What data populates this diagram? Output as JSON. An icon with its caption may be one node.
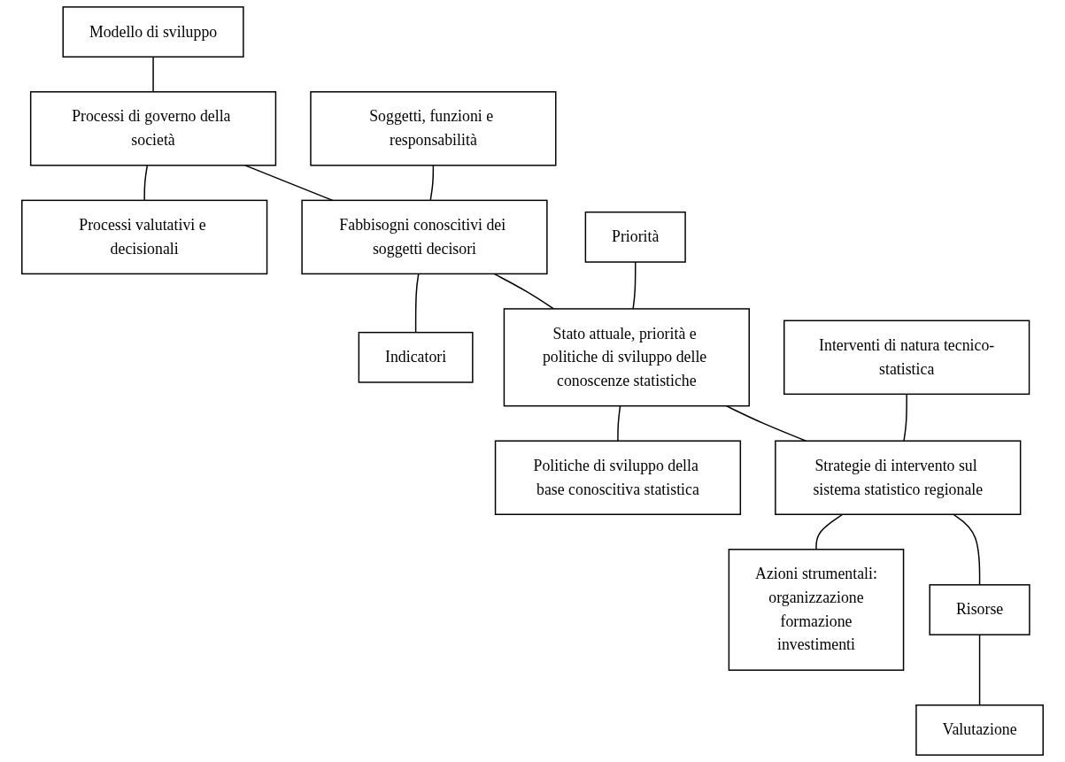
{
  "diagram": {
    "nodes": [
      {
        "text": [
          "Modello di sviluppo"
        ]
      },
      {
        "text": [
          "Processi di governo della società"
        ]
      },
      {
        "text": [
          "Processi valutativi e decisionali"
        ]
      },
      {
        "text": [
          "Soggetti, funzioni e responsabilità"
        ]
      },
      {
        "text": [
          "Fabbisogni conoscitivi dei soggetti decisori"
        ]
      },
      {
        "text": [
          "Indicatori"
        ]
      },
      {
        "text": [
          "Priorità"
        ]
      },
      {
        "text": [
          "Stato attuale, priorità e politiche di sviluppo delle conoscenze statistiche"
        ]
      },
      {
        "text": [
          "Politiche di sviluppo della base conoscitiva statistica"
        ]
      },
      {
        "text": [
          "Interventi di natura tecnico-statistica"
        ]
      },
      {
        "text": [
          "Strategie di intervento sul sistema statistico regionale"
        ]
      },
      {
        "text": [
          "Azioni strumentali:",
          "organizzazione",
          "formazione",
          "investimenti"
        ]
      },
      {
        "text": [
          "Risorse"
        ]
      },
      {
        "text": [
          "Valutazione"
        ]
      }
    ],
    "edges": [
      {
        "from": 0,
        "to": 1,
        "arrow": "none"
      },
      {
        "from": 1,
        "to": 2,
        "arrow": "none"
      },
      {
        "from": 1,
        "to": 4,
        "arrow": "none"
      },
      {
        "from": 3,
        "to": 4,
        "arrow": "none"
      },
      {
        "from": 4,
        "to": 5,
        "arrow": "none"
      },
      {
        "from": 4,
        "to": 7,
        "arrow": "none"
      },
      {
        "from": 6,
        "to": 7,
        "arrow": "none"
      },
      {
        "from": 7,
        "to": 8,
        "arrow": "none"
      },
      {
        "from": 7,
        "to": 10,
        "arrow": "none"
      },
      {
        "from": 9,
        "to": 10,
        "arrow": "none"
      },
      {
        "from": 10,
        "to": 11,
        "arrow": "none"
      },
      {
        "from": 10,
        "to": 12,
        "arrow": "none"
      },
      {
        "from": 12,
        "to": 13,
        "arrow": "none"
      }
    ]
  }
}
